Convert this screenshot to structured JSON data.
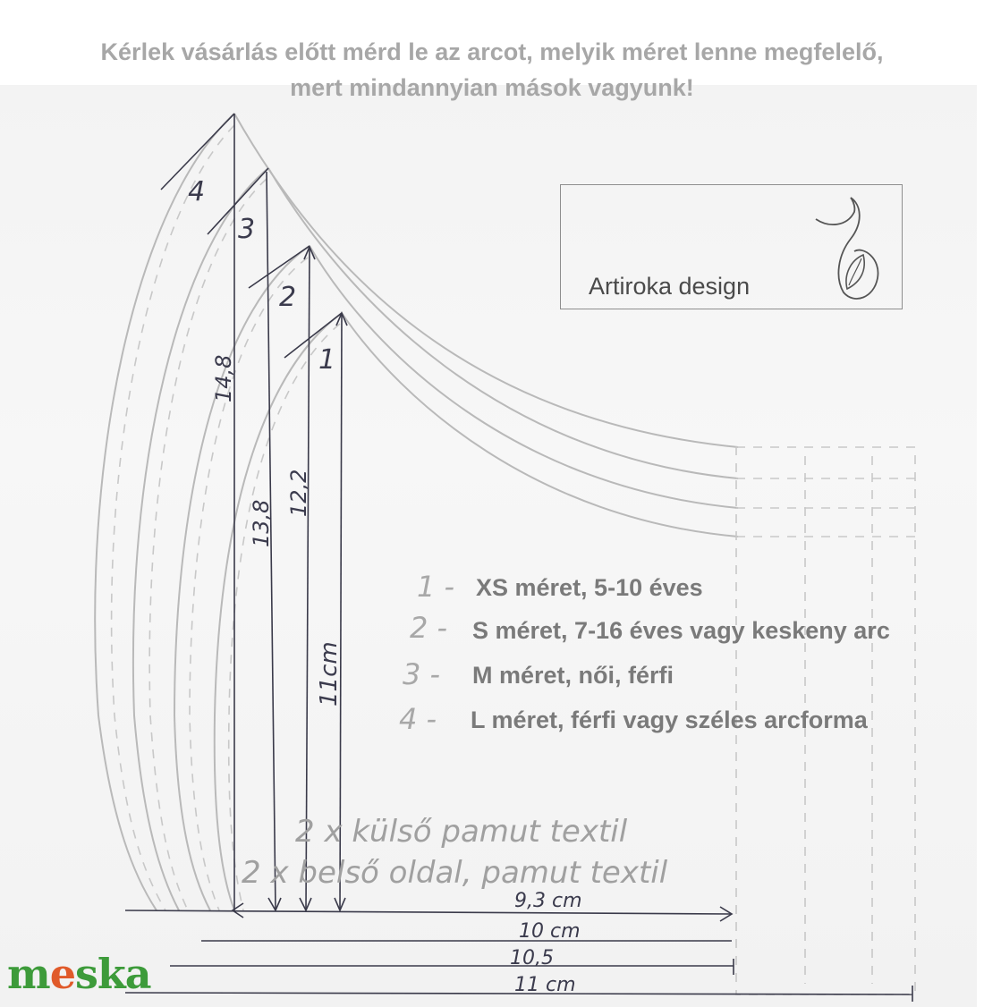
{
  "heading": {
    "line1": "Kérlek vásárlás előtt mérd le az arcot, melyik méret lenne megfelelő,",
    "line2": "mert mindannyian mások vagyunk!"
  },
  "logo": {
    "text": "Artiroka design",
    "icon": "fox-leaf-icon"
  },
  "sizes": [
    {
      "number": "1",
      "height_label": "11cm"
    },
    {
      "number": "2",
      "height_label": "12,2"
    },
    {
      "number": "3",
      "height_label": "13,8"
    },
    {
      "number": "4",
      "height_label": "14,8"
    }
  ],
  "legend": [
    {
      "num": "1 -",
      "text": "XS méret, 5-10 éves"
    },
    {
      "num": "2 -",
      "text": "S méret, 7-16 éves vagy keskeny arc"
    },
    {
      "num": "3 -",
      "text": "M méret, női, férfi"
    },
    {
      "num": "4 -",
      "text": "L méret, férfi vagy széles arcforma"
    }
  ],
  "fabric": {
    "outer": "2 x külső pamut textil",
    "inner": "2 x belső oldal, pamut textil"
  },
  "widths": [
    "9,3 cm",
    "10 cm",
    "10,5",
    "11 cm"
  ],
  "brand": {
    "part1": "m",
    "part2": "e",
    "part3": "ska"
  },
  "colors": {
    "heading": "#a7a7a7",
    "ink": "#3a3a4a",
    "brand_green": "#3d9b3a",
    "brand_orange": "#e05a2a"
  }
}
